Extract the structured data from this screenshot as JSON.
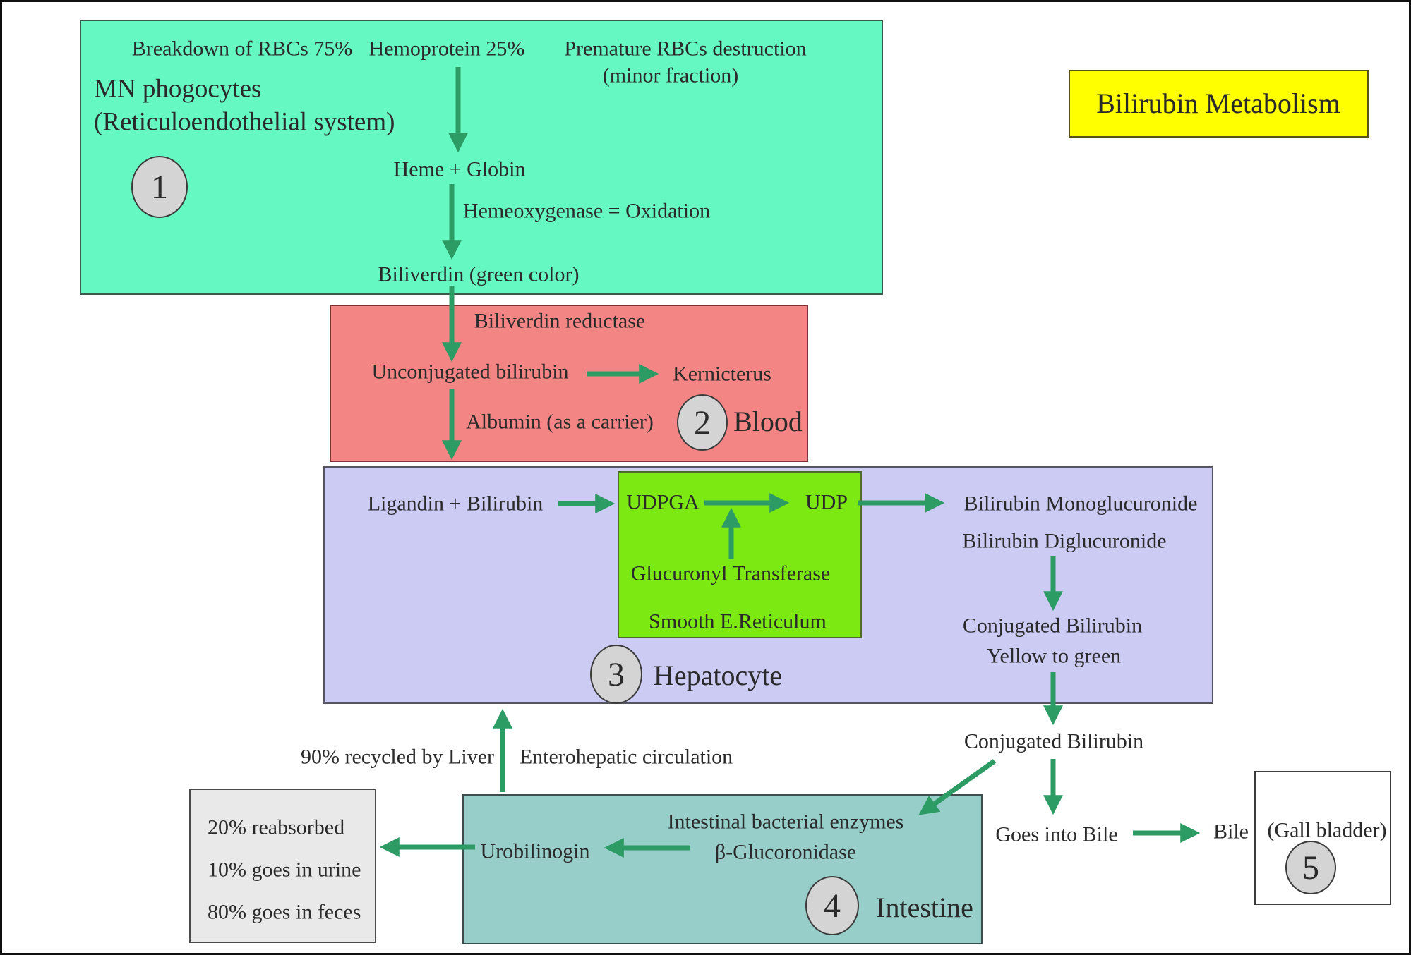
{
  "title": "Bilirubin Metabolism",
  "res_box": {
    "step": "1",
    "breakdown": "Breakdown of RBCs 75%",
    "hemoprotein": "Hemoprotein 25%",
    "premature": "Premature RBCs destruction",
    "minor_fraction": "(minor fraction)",
    "title_line1": "MN phogocytes",
    "title_line2": "(Reticuloendothelial system)",
    "heme_globin": "Heme + Globin",
    "hemeoxygenase": "Hemeoxygenase = Oxidation",
    "biliverdin": "Biliverdin (green color)"
  },
  "blood_box": {
    "step": "2",
    "label": "Blood",
    "biliverdin_reductase": "Biliverdin reductase",
    "unconjugated_bilirubin": "Unconjugated bilirubin",
    "kernicterus": "Kernicterus",
    "albumin": "Albumin (as a carrier)"
  },
  "hepatocyte_box": {
    "step": "3",
    "label": "Hepatocyte",
    "ligandin_bilirubin": "Ligandin + Bilirubin",
    "udpga": "UDPGA",
    "udp": "UDP",
    "glucuronyl_transferase": "Glucuronyl Transferase",
    "smooth_er": "Smooth E.Reticulum",
    "monoglucuronide": "Bilirubin Monoglucuronide",
    "diglucuronide": "Bilirubin Diglucuronide",
    "conjugated_bilirubin": "Conjugated Bilirubin",
    "yellow_to_green": "Yellow to green"
  },
  "intestine_box": {
    "step": "4",
    "label": "Intestine",
    "bacterial_enzymes": "Intestinal bacterial enzymes",
    "beta_glucoronidase": "β-Glucoronidase",
    "urobilinogin": "Urobilinogin"
  },
  "gallbladder_box": {
    "step": "5",
    "label": "(Gall bladder)"
  },
  "excretion_box": {
    "reabsorbed": "20% reabsorbed",
    "urine": "10% goes in urine",
    "feces": "80% goes in feces"
  },
  "flow": {
    "conjugated_bilirubin": "Conjugated Bilirubin",
    "goes_into_bile": "Goes into Bile",
    "bile": "Bile",
    "recycled": "90% recycled by Liver",
    "enterohepatic": "Enterohepatic circulation"
  },
  "colors": {
    "res_box": "#66F8C2",
    "blood_box": "#F48585",
    "hepatocyte_box": "#CBCBF3",
    "udpga_box": "#7DE912",
    "intestine_box": "#97CECA",
    "excretion_box": "#E9E9E9",
    "gallbladder_box": "#FFFFFF",
    "title_box": "#FFFF00",
    "arrow": "#2D9B64",
    "step_circle": "#D4D4D4",
    "text": "#2A2A2A"
  }
}
